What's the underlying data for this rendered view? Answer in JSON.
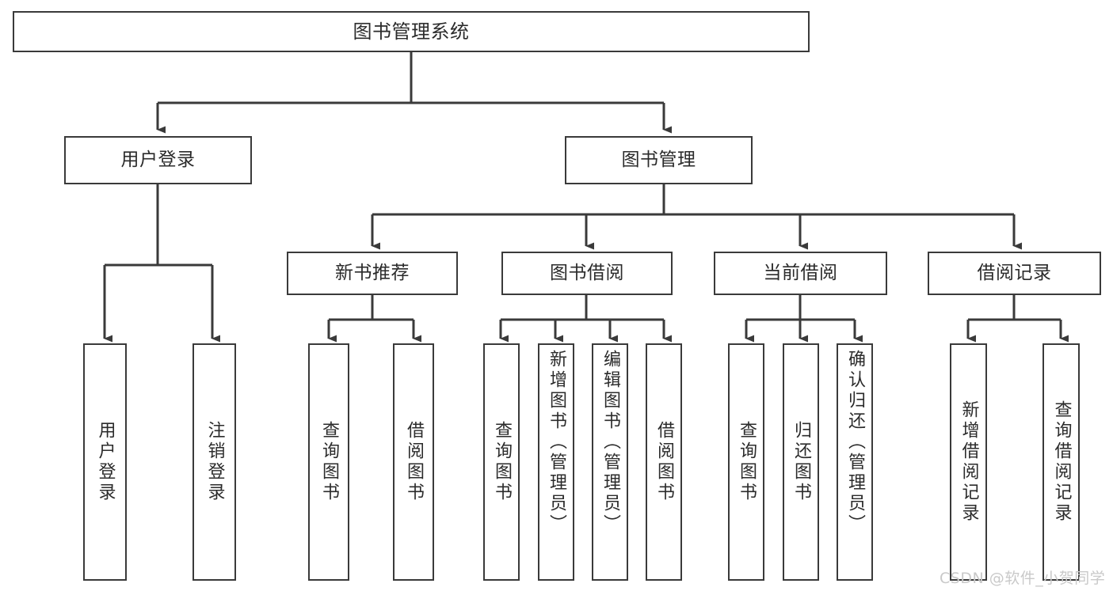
{
  "diagram": {
    "title": "图书管理系统",
    "type": "hierarchy-tree",
    "watermark": "CSDN @软件_小贺同学",
    "colors": {
      "box_border": "#3a3a3a",
      "box_fill": "#ffffff",
      "edge": "#3a3a3a",
      "text": "#2b2b2b",
      "watermark": "#c9c9c9",
      "background": "#ffffff"
    },
    "nodes": {
      "root": {
        "label": "图书管理系统",
        "level": 0
      },
      "user_login": {
        "label": "用户登录",
        "level": 1
      },
      "book_manage": {
        "label": "图书管理",
        "level": 1
      },
      "new_book_rec": {
        "label": "新书推荐",
        "level": 2
      },
      "book_borrow": {
        "label": "图书借阅",
        "level": 2
      },
      "current_borrow": {
        "label": "当前借阅",
        "level": 2
      },
      "borrow_record": {
        "label": "借阅记录",
        "level": 2
      },
      "leaf_user_login": {
        "label": "用户登录",
        "level": 3
      },
      "leaf_logout": {
        "label": "注销登录",
        "level": 3
      },
      "leaf_query_book_1": {
        "label": "查询图书",
        "level": 3
      },
      "leaf_borrow_book_1": {
        "label": "借阅图书",
        "level": 3
      },
      "leaf_query_book_2": {
        "label": "查询图书",
        "level": 3
      },
      "leaf_add_book": {
        "label": "新增图书（管理员）",
        "level": 3
      },
      "leaf_edit_book": {
        "label": "编辑图书（管理员）",
        "level": 3
      },
      "leaf_borrow_book_2": {
        "label": "借阅图书",
        "level": 3
      },
      "leaf_query_book_3": {
        "label": "查询图书",
        "level": 3
      },
      "leaf_return_book": {
        "label": "归还图书",
        "level": 3
      },
      "leaf_confirm_return": {
        "label": "确认归还（管理员）",
        "level": 3
      },
      "leaf_add_record": {
        "label": "新增借阅记录",
        "level": 3
      },
      "leaf_query_record": {
        "label": "查询借阅记录",
        "level": 3
      }
    },
    "edges": [
      {
        "from": "root",
        "to": "user_login"
      },
      {
        "from": "root",
        "to": "book_manage"
      },
      {
        "from": "user_login",
        "to": "leaf_user_login"
      },
      {
        "from": "user_login",
        "to": "leaf_logout"
      },
      {
        "from": "book_manage",
        "to": "new_book_rec"
      },
      {
        "from": "book_manage",
        "to": "book_borrow"
      },
      {
        "from": "book_manage",
        "to": "current_borrow"
      },
      {
        "from": "book_manage",
        "to": "borrow_record"
      },
      {
        "from": "new_book_rec",
        "to": "leaf_query_book_1"
      },
      {
        "from": "new_book_rec",
        "to": "leaf_borrow_book_1"
      },
      {
        "from": "book_borrow",
        "to": "leaf_query_book_2"
      },
      {
        "from": "book_borrow",
        "to": "leaf_add_book"
      },
      {
        "from": "book_borrow",
        "to": "leaf_edit_book"
      },
      {
        "from": "book_borrow",
        "to": "leaf_borrow_book_2"
      },
      {
        "from": "current_borrow",
        "to": "leaf_query_book_3"
      },
      {
        "from": "current_borrow",
        "to": "leaf_return_book"
      },
      {
        "from": "current_borrow",
        "to": "leaf_confirm_return"
      },
      {
        "from": "borrow_record",
        "to": "leaf_add_record"
      },
      {
        "from": "borrow_record",
        "to": "leaf_query_record"
      }
    ]
  }
}
